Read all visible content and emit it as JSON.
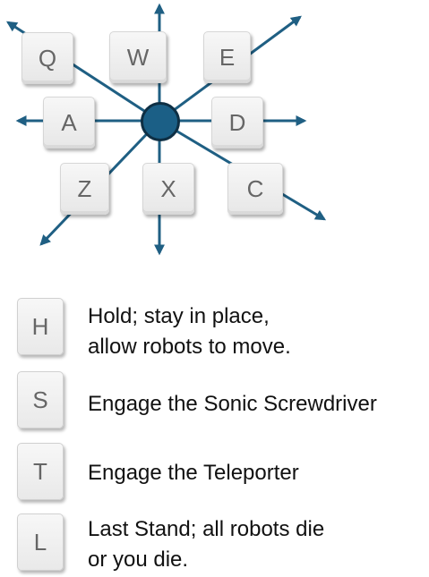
{
  "keypad": {
    "center": "center-node",
    "keys": [
      {
        "id": "q",
        "label": "Q"
      },
      {
        "id": "w",
        "label": "W"
      },
      {
        "id": "e",
        "label": "E"
      },
      {
        "id": "a",
        "label": "A"
      },
      {
        "id": "d",
        "label": "D"
      },
      {
        "id": "z",
        "label": "Z"
      },
      {
        "id": "x",
        "label": "X"
      },
      {
        "id": "c",
        "label": "C"
      }
    ],
    "arrow_color": "#1f5f83",
    "node_color": "#1b5f86"
  },
  "legend": [
    {
      "key": "H",
      "lines": [
        "Hold; stay in place,",
        "allow robots to move."
      ]
    },
    {
      "key": "S",
      "lines": [
        "Engage the Sonic Screwdriver"
      ]
    },
    {
      "key": "T",
      "lines": [
        "Engage the Teleporter"
      ]
    },
    {
      "key": "L",
      "lines": [
        "Last Stand; all robots die",
        "or you die."
      ]
    }
  ]
}
